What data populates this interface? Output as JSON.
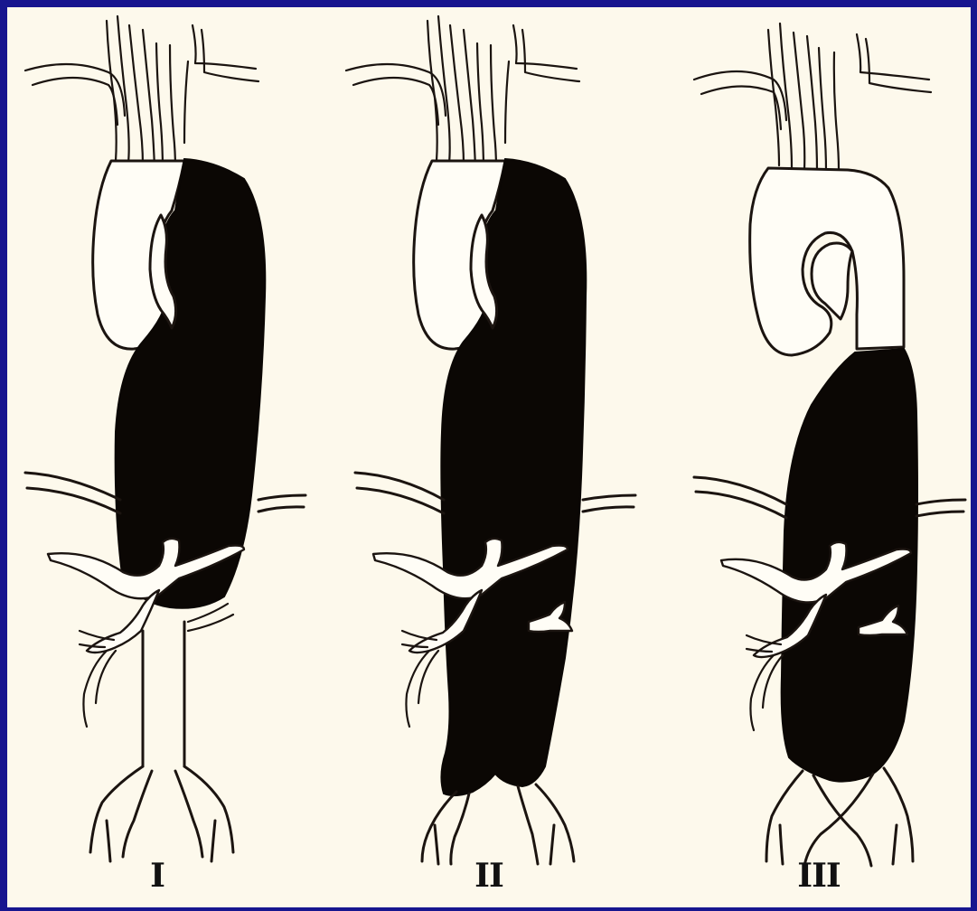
{
  "diagram": {
    "panels": [
      {
        "label": "I"
      },
      {
        "label": "II"
      },
      {
        "label": "III"
      }
    ],
    "colors": {
      "frame": "#17168f",
      "paper": "#fdf9ec",
      "dissected_lumen": "#0b0704",
      "line": "#1b1410"
    }
  }
}
